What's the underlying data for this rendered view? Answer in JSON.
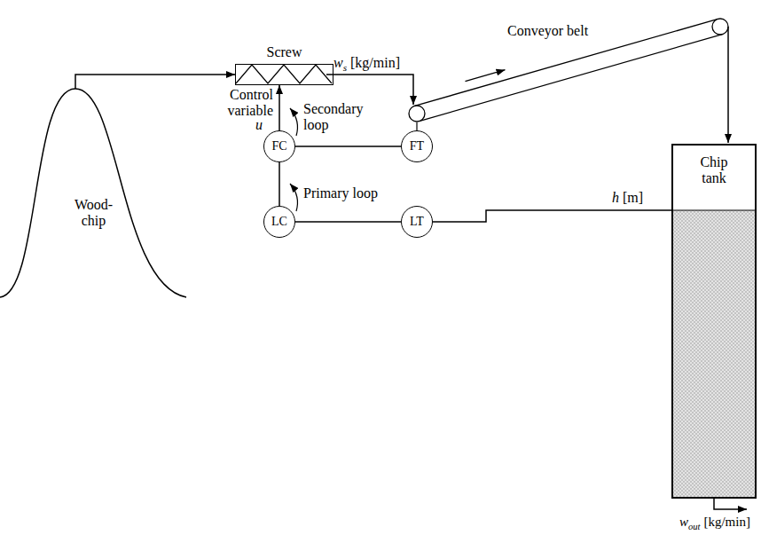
{
  "diagram": {
    "nodes": [
      {
        "text": [
          "Screw"
        ]
      },
      {
        "text": [
          "FC"
        ]
      },
      {
        "text": [
          "FT"
        ]
      },
      {
        "text": [
          "LC"
        ]
      },
      {
        "text": [
          "LT"
        ]
      },
      {
        "text": [
          "Chip tank"
        ]
      },
      {
        "text": [
          "Wood-chip"
        ]
      }
    ],
    "edges": [
      {
        "from": 6,
        "to": 0,
        "arrow": "to"
      },
      {
        "from": 1,
        "to": 0,
        "arrow": "to"
      },
      {
        "from": 1,
        "to": 2,
        "arrow": "none"
      },
      {
        "from": 3,
        "to": 1,
        "arrow": "none"
      },
      {
        "from": 3,
        "to": 4,
        "arrow": "none"
      },
      {
        "from": 4,
        "to": 5,
        "arrow": "none"
      }
    ],
    "labels": [
      "w",
      "s",
      "[kg/min]",
      "Conveyor belt",
      "Control variable",
      "u",
      "Secondary loop",
      "Primary loop",
      "h",
      "[m]",
      "w",
      "out",
      "[kg/min]"
    ]
  }
}
